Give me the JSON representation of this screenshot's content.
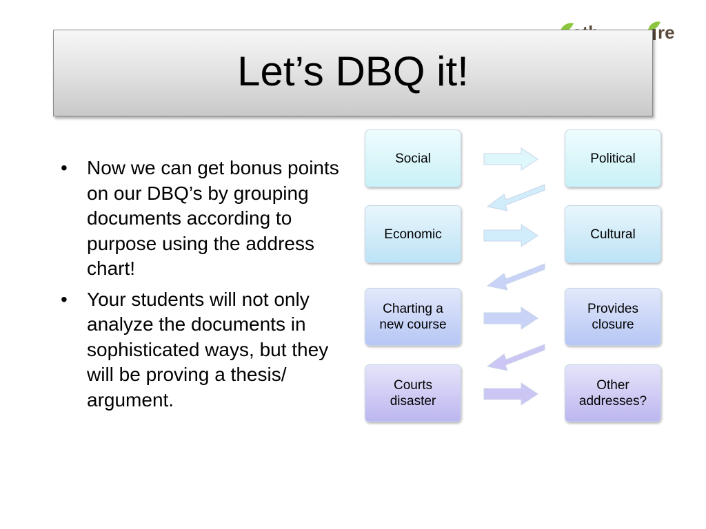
{
  "slide": {
    "title": "Let’s DBQ it!",
    "bullets": [
      "Now we can get bonus points on our DBQ’s by grouping documents according to purpose using the address chart!",
      "Your students will not only analyze the documents in sophisticated ways, but they will be proving a thesis/ argument."
    ],
    "bullet_glyph": "•"
  },
  "logo": {
    "icon": "leaf-logo-icon",
    "accent_green": "#8cc63f",
    "text_color": "#5a4a3a"
  },
  "address_chart": {
    "nodes": [
      {
        "label": "Social",
        "column": "left",
        "row": 0
      },
      {
        "label": "Political",
        "column": "right",
        "row": 0
      },
      {
        "label": "Economic",
        "column": "left",
        "row": 1
      },
      {
        "label": "Cultural",
        "column": "right",
        "row": 1
      },
      {
        "label": "Charting a new course",
        "column": "left",
        "row": 2
      },
      {
        "label": "Provides closure",
        "column": "right",
        "row": 2
      },
      {
        "label": "Courts disaster",
        "column": "left",
        "row": 3
      },
      {
        "label": "Other addresses?",
        "column": "right",
        "row": 3
      }
    ],
    "colors": {
      "row_gradients": [
        [
          "#eefcfd",
          "#c9f1f7"
        ],
        [
          "#e8f6fc",
          "#bde3f6"
        ],
        [
          "#e3e9fb",
          "#b6c6f5"
        ],
        [
          "#e6e4fa",
          "#bcb6ef"
        ]
      ],
      "arrow_fills": [
        "#ddf7fb",
        "#d1ecfa",
        "#c8d3f7",
        "#cbc6f3"
      ],
      "arrow_stroke": "#c9d5e8"
    }
  }
}
